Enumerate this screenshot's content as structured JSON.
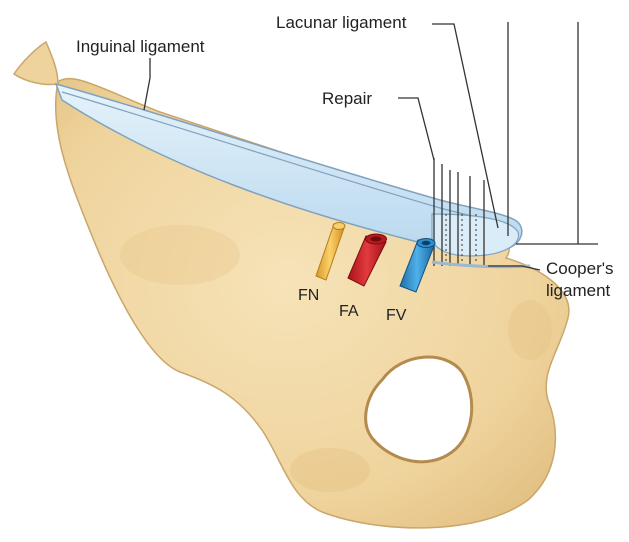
{
  "labels": {
    "inguinal_ligament": "Inguinal ligament",
    "lacunar_ligament": "Lacunar ligament",
    "repair": "Repair",
    "coopers_ligament_line1": "Cooper's",
    "coopers_ligament_line2": "ligament",
    "femoral_nerve": "FN",
    "femoral_artery": "FA",
    "femoral_vein": "FV"
  },
  "colors": {
    "bone": "#f2d9a6",
    "bone_outline": "#caa66c",
    "ligament": "#cfe6f5",
    "ligament_outline": "#7fa3bf",
    "nerve": "#f3b93c",
    "artery": "#d8232a",
    "vein": "#2a8fd0",
    "background": "#ffffff"
  },
  "icons": {
    "femoral_nerve": "nerve-tube",
    "femoral_artery": "artery-tube",
    "femoral_vein": "vein-tube"
  }
}
